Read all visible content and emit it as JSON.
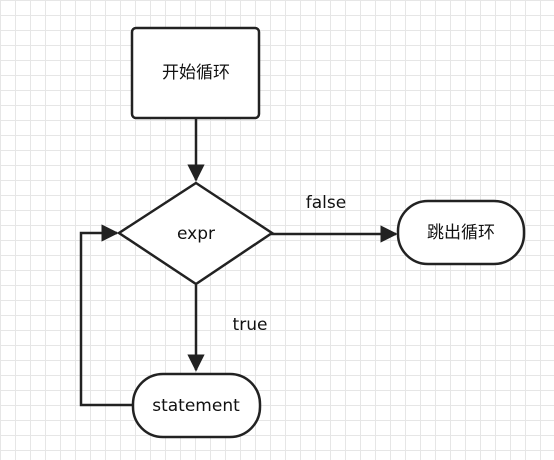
{
  "diagram": {
    "nodes": {
      "start": {
        "label": "开始循环"
      },
      "condition": {
        "label": "expr"
      },
      "exit": {
        "label": "跳出循环"
      },
      "statement": {
        "label": "statement"
      }
    },
    "edges": {
      "false_label": "false",
      "true_label": "true"
    }
  },
  "colors": {
    "stroke": "#222222",
    "fill": "#ffffff",
    "grid": "#e6e6e6"
  }
}
